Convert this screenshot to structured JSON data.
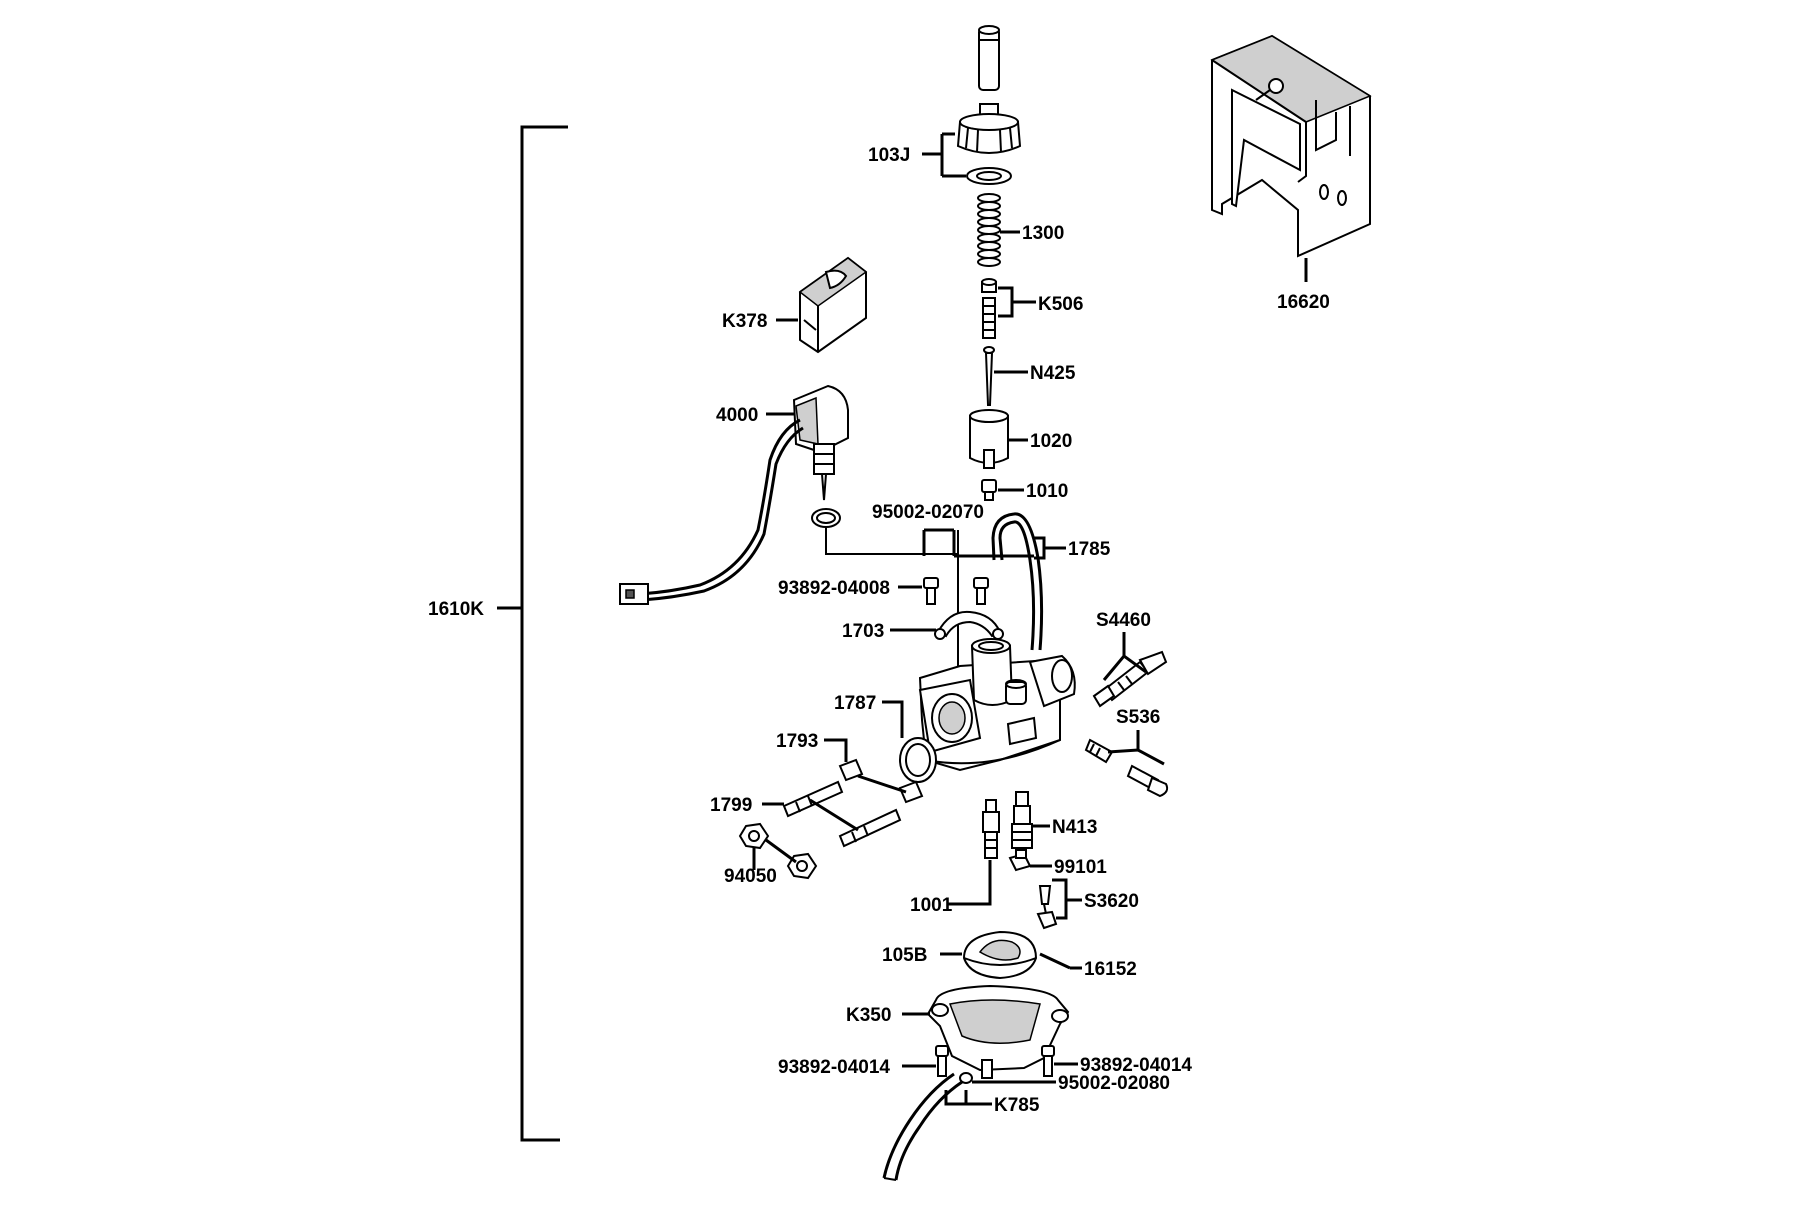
{
  "labels": {
    "l_1610K": "1610K",
    "l_103J": "103J",
    "l_1300": "1300",
    "l_K506": "K506",
    "l_K378": "K378",
    "l_N425": "N425",
    "l_4000": "4000",
    "l_1020": "1020",
    "l_1010": "1010",
    "l_95002_02070": "95002-02070",
    "l_1785": "1785",
    "l_93892_04008": "93892-04008",
    "l_S4460": "S4460",
    "l_1703": "1703",
    "l_1787": "1787",
    "l_S536": "S536",
    "l_1793": "1793",
    "l_1799": "1799",
    "l_N413": "N413",
    "l_99101": "99101",
    "l_94050": "94050",
    "l_1001": "1001",
    "l_S3620": "S3620",
    "l_105B": "105B",
    "l_16152": "16152",
    "l_K350": "K350",
    "l_93892_04014_left": "93892-04014",
    "l_93892_04014_right": "93892-04014",
    "l_95002_02080": "95002-02080",
    "l_K785": "K785",
    "l_16620": "16620"
  }
}
